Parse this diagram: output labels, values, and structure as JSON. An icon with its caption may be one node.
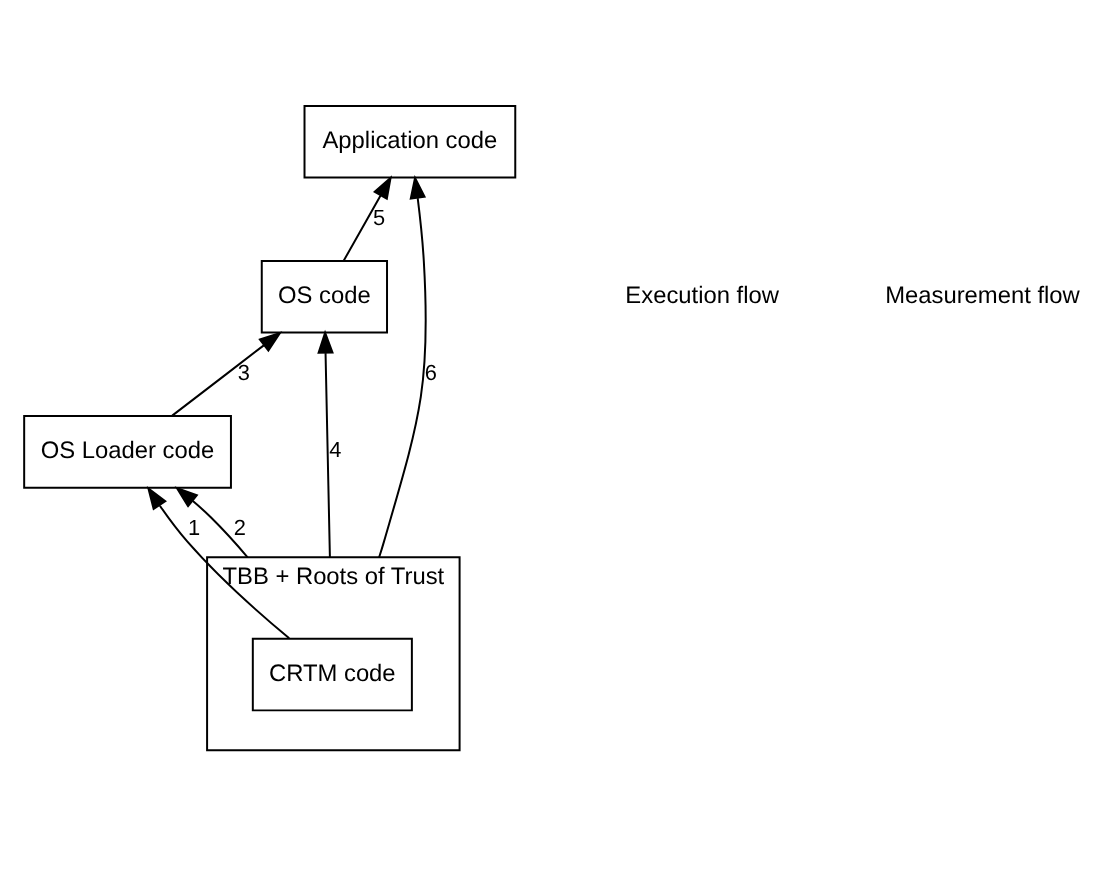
{
  "diagram": {
    "nodes": [
      {
        "text": [
          "TBB + Roots of Trust"
        ]
      },
      {
        "text": [
          "CRTM code"
        ],
        "in": 0
      },
      {
        "text": [
          "OS Loader code"
        ]
      },
      {
        "text": [
          "OS code"
        ]
      },
      {
        "text": [
          "Application code"
        ]
      }
    ],
    "edges": [
      {
        "from": 1,
        "to": 2,
        "arrow": "to",
        "label": "1"
      },
      {
        "from": 0,
        "to": 2,
        "arrow": "to",
        "label": "2"
      },
      {
        "from": 2,
        "to": 3,
        "arrow": "to",
        "label": "3"
      },
      {
        "from": 0,
        "to": 3,
        "arrow": "to",
        "label": "4"
      },
      {
        "from": 3,
        "to": 4,
        "arrow": "to",
        "label": "5"
      },
      {
        "from": 0,
        "to": 4,
        "arrow": "to",
        "label": "6"
      }
    ],
    "labels": [
      "Execution flow",
      "Measurement flow"
    ]
  }
}
